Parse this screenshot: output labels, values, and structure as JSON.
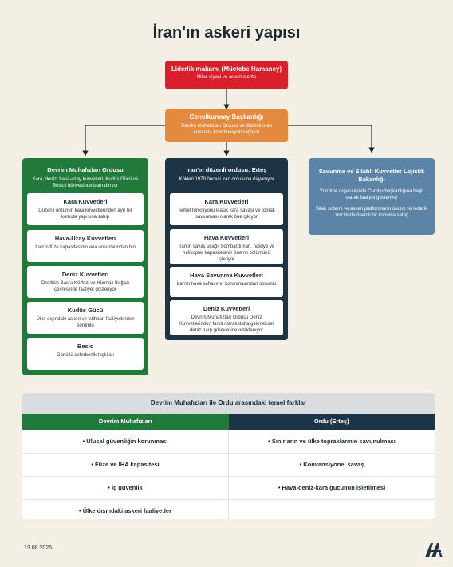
{
  "title": "İran'ın askeri yapısı",
  "leader": {
    "heading": "Liderlik makamı (Müctebe Hamaney)",
    "sub": "Nihai siyasi ve askeri otorite"
  },
  "general_staff": {
    "heading": "Genelkurmay Başkanlığı",
    "sub": "Devrim Muhafızları Ordusu ve düzenli ordu arasında koordinasyon sağlıyor"
  },
  "irgc": {
    "heading": "Devrim Muhafızları Ordusu",
    "sub": "Kara, deniz, hava-uzay kuvvetleri, Kudüs Gücü ve Besic'i bünyesinde barındırıyor",
    "cards": [
      {
        "title": "Kara Kuvvetleri",
        "desc": "Düzenli ordunun kara kuvvetlerinden ayrı bir komuta yapısına sahip"
      },
      {
        "title": "Hava-Uzay Kuvvetleri",
        "desc": "İran'ın füze kapasitesinin ana unsurlarından biri"
      },
      {
        "title": "Deniz Kuvvetleri",
        "desc": "Özellikle Basra Körfezi ve Hürmüz Boğazı çevresinde faaliyet gösteriyor"
      },
      {
        "title": "Kudüs Gücü",
        "desc": "Ülke dışındaki askeri ve istihbari faaliyetlerden sorumlu"
      },
      {
        "title": "Besic",
        "desc": "Gönüllü seferberlik teşkilatı"
      }
    ]
  },
  "army": {
    "heading": "İran'ın düzenli ordusu: Erteş",
    "sub": "Kökleri 1979 öncesi İran ordusuna dayanıyor",
    "cards": [
      {
        "title": "Kara Kuvvetleri",
        "desc": "Temel fonksiyonu klasik kara savaşı ve toprak savunması olarak öne çıkıyor"
      },
      {
        "title": "Hava Kuvvetleri",
        "desc": "İran'ın savaş uçağı, bombardıman, nakliye ve helikopter kapasitesinin önemli bölümünü işletiyor"
      },
      {
        "title": "Hava Savunma Kuvvetleri",
        "desc": "İran'ın hava sahasının korunmasından sorumlu"
      },
      {
        "title": "Deniz Kuvvetleri",
        "desc": "Devrim Muhafızları Ordusu Deniz Kuvvetlerinden farklı olarak daha geleneksel deniz harp görevlerine odaklanıyor"
      }
    ]
  },
  "logistics": {
    "heading": "Savunma ve Silahlı Kuvvetler Lojistik Bakanlığı",
    "sub1": "Yürütme organı içinde Cumhurbaşkanlığına bağlı olarak faaliyet gösteriyor",
    "sub2": "Silah sistemi ve askeri platformların üretim ve tedarik zincirinde önemli bir konuma sahip"
  },
  "comparison": {
    "title": "Devrim Muhafızları ile Ordu arasındaki temel farklar",
    "col_left": "Devrim Muhafızları",
    "col_right": "Ordu (Erteş)",
    "left": [
      "• Ulusal güvenliğin korunması",
      "• Füze ve İHA kapasitesi",
      "• İç güvenlik",
      "• Ülke dışındaki askeri faaliyetler"
    ],
    "right": [
      "• Sınırların ve ülke topraklarının savunulması",
      "• Konvansiyonel savaş",
      "• Hava-deniz-kara gücünün işletilmesi",
      ""
    ]
  },
  "footer": {
    "date": "13.08.2026",
    "logo": "aa-logo"
  },
  "colors": {
    "leader": "#d81f2a",
    "general_staff": "#e38a3e",
    "irgc": "#217a3c",
    "army": "#1d3447",
    "logistics": "#5b84a6",
    "background": "#f3efe4"
  }
}
